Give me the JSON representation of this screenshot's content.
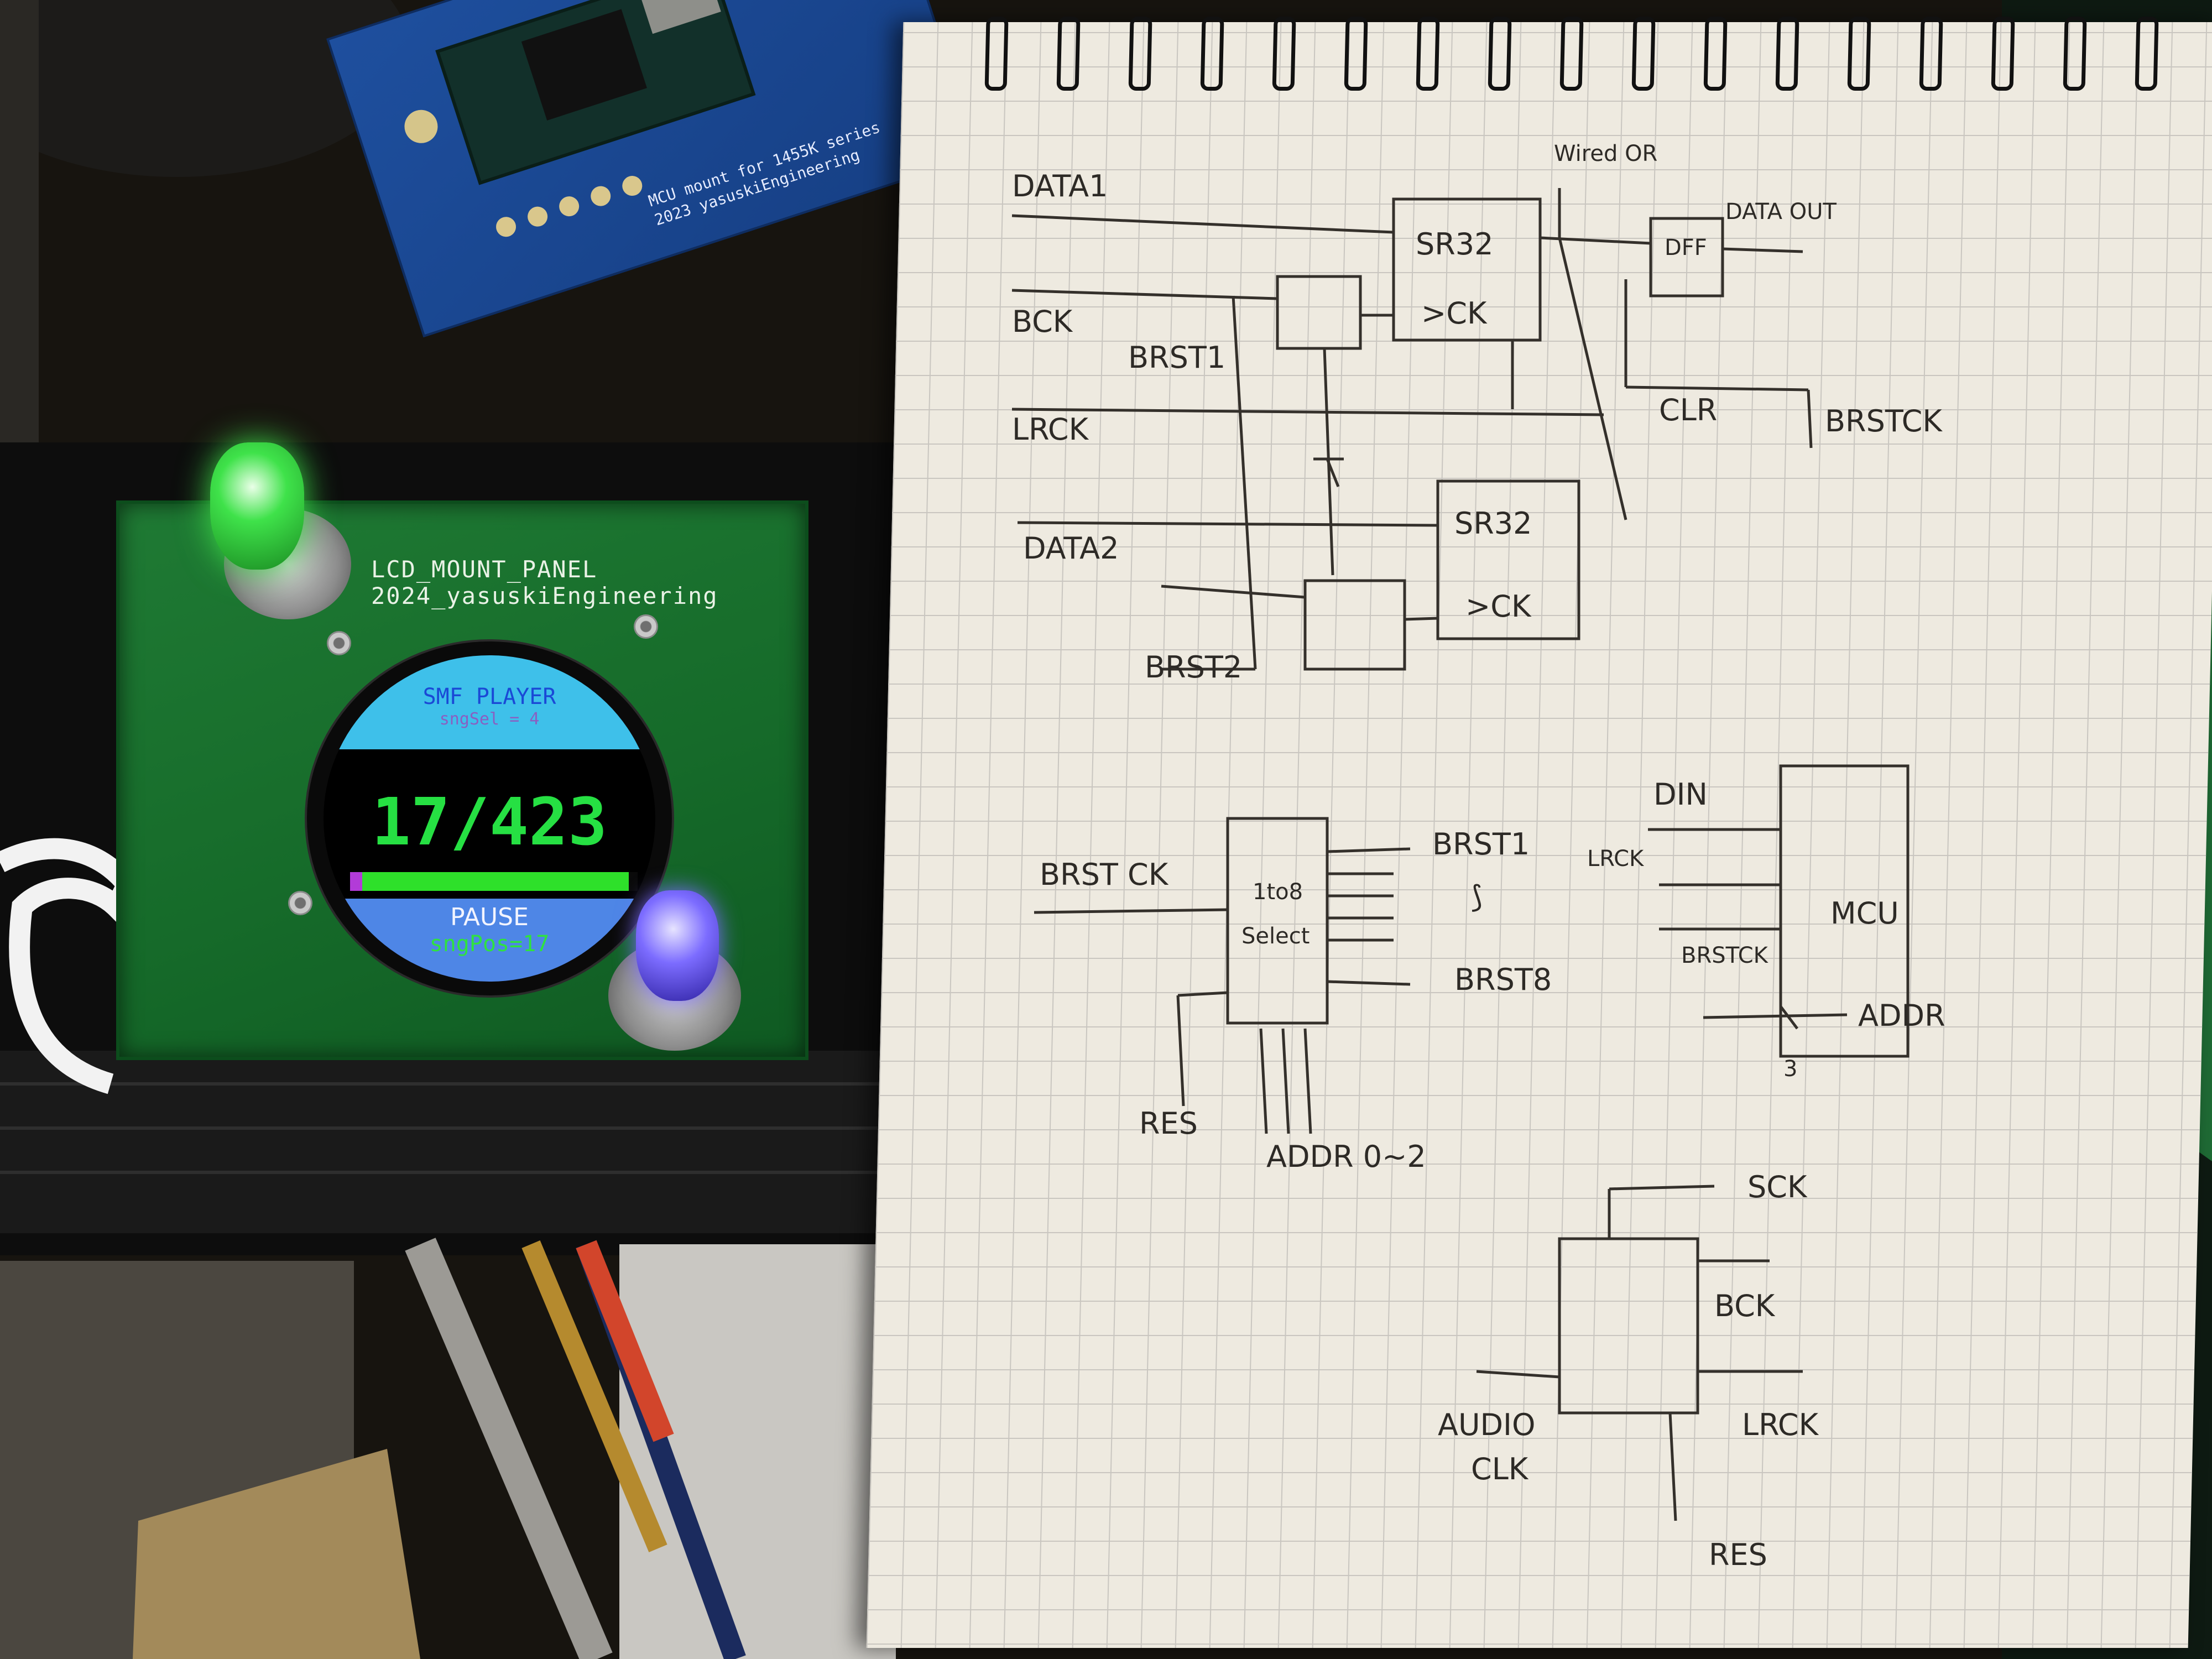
{
  "device": {
    "panel_label": "LCD_MOUNT_PANEL",
    "panel_credit": "2024_yasuskiEngineering",
    "board_label_1": "MCU mount for 1455K series",
    "board_label_2": "2023 yasuskiEngineering",
    "lcd": {
      "title": "SMF PLAYER",
      "subtitle": "sngSel = 4",
      "counter": "17/423",
      "progress_fraction": 0.97,
      "status": "PAUSE",
      "position": "sngPos=17"
    },
    "led_knob_top_color": "#3fe24a",
    "led_knob_bottom_color": "#7c6cff"
  },
  "sketch": {
    "circuit1": {
      "wired_or": "Wired OR",
      "data1": "DATA1",
      "data_out": "DATA OUT",
      "sr32_a": "SR32",
      "ck_a": ">CK",
      "dff": "DFF",
      "bck": "BCK",
      "brst1": "BRST1",
      "clr": "CLR",
      "brstck": "BRSTCK",
      "lrck": "LRCK",
      "data2": "DATA2",
      "sr32_b": "SR32",
      "ck_b": ">CK",
      "brst2": "BRST2"
    },
    "circuit2": {
      "brst_ck": "BRST CK",
      "select_line1": "1to8",
      "select_line2": "Select",
      "out_first": "BRST1",
      "out_dots": "⟆",
      "out_last": "BRST8",
      "res": "RES",
      "addr": "ADDR 0~2"
    },
    "circuit3": {
      "din": "DIN",
      "lrck": "LRCK",
      "mcu": "MCU",
      "brstck": "BRSTCK",
      "addr": "ADDR",
      "bus_width": "3"
    },
    "circuit4": {
      "sck": "SCK",
      "bck": "BCK",
      "lrck": "LRCK",
      "audio1": "AUDIO",
      "audio2": "CLK",
      "res": "RES"
    }
  }
}
